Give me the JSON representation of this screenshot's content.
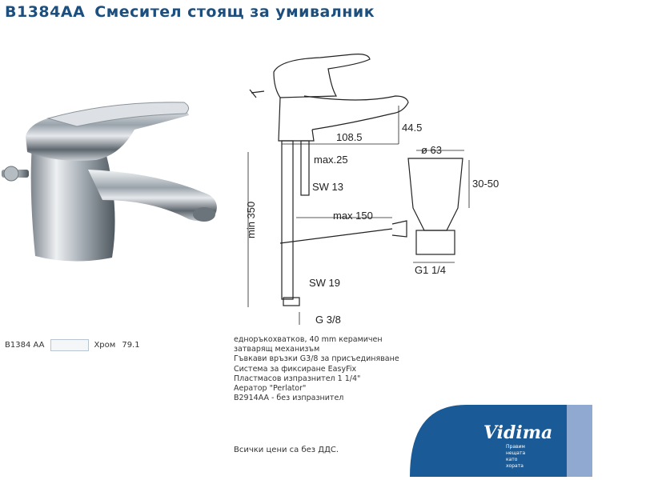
{
  "header": {
    "code": "B1384AA",
    "title": "Смесител стоящ за умивалник"
  },
  "drawing": {
    "dimensions": {
      "width_108": "108.5",
      "height_44": "44.5",
      "max_25": "max.25",
      "sw13": "SW 13",
      "max_150": "max 150",
      "min_350": "min 350",
      "sw19": "SW 19",
      "g38": "G 3/8",
      "d63": "ø 63",
      "range_30_50": "30-50",
      "g114": "G1 1/4"
    }
  },
  "price_row": {
    "code": "B1384 AA",
    "finish": "Хром",
    "price": "79.1"
  },
  "features": [
    "еднoръкохватков, 40 mm керамичен",
    "затварящ механизъм",
    "Гъвкави връзки G3/8 за присъединяване",
    "Система за фиксиране EasyFix",
    "Пластмасов изпразнител 1 1/4\"",
    "Аератор \"Perlator\"",
    "B2914AA - без изпразнител"
  ],
  "footer_note": "Всички цени са без ДДС.",
  "brand": {
    "name": "Vidima",
    "tagline": [
      "Правим",
      "нещата",
      "като",
      "хората"
    ],
    "colors": {
      "blue": "#1a5a96",
      "light_blue": "#8fa9d0",
      "title": "#1c4e7e"
    }
  }
}
